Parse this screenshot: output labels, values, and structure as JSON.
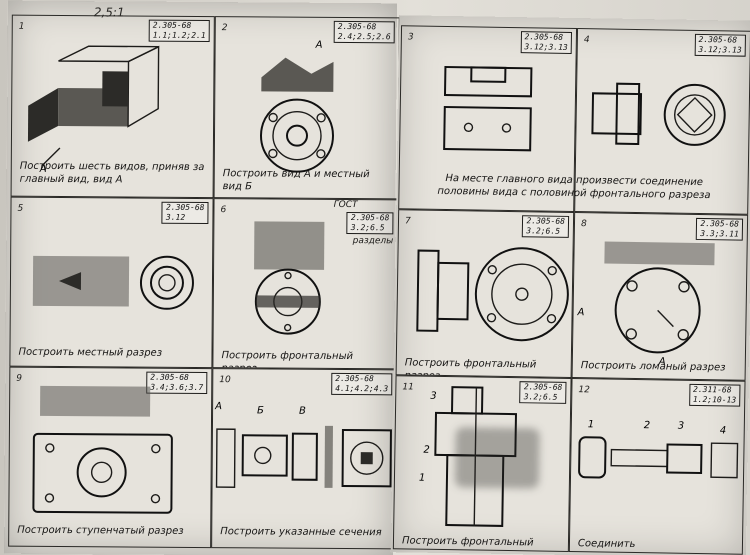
{
  "header": {
    "scale": "2,5:1"
  },
  "tasks": [
    {
      "id": "1",
      "stamp": [
        "2.305-68",
        "1.1;1.2;2.1"
      ],
      "caption": "Построить шесть видов, приняв за главный вид, вид А",
      "notes": [
        "А"
      ]
    },
    {
      "id": "2",
      "stamp": [
        "2.305-68",
        "2.4;2.5;2.6"
      ],
      "caption": "Построить вид А и местный вид Б",
      "notes": [
        "А"
      ]
    },
    {
      "id": "3",
      "stamp": [
        "2.305-68",
        "3.12;3.13"
      ],
      "caption": "На месте главного вида произвести соединение половины вида с половиной фронтального разреза",
      "notes": []
    },
    {
      "id": "4",
      "stamp": [
        "2.305-68",
        "3.12;3.13"
      ],
      "caption": "",
      "notes": []
    },
    {
      "id": "5",
      "stamp": [
        "2.305-68",
        "3.12"
      ],
      "caption": "Построить местный разрез",
      "notes": []
    },
    {
      "id": "6",
      "stamp": [
        "2.305-68",
        "3.2;6.5"
      ],
      "caption": "Построить фронтальный разрез",
      "notes": [
        "ГОСТ",
        "разделы"
      ]
    },
    {
      "id": "7",
      "stamp": [
        "2.305-68",
        "3.2;6.5"
      ],
      "caption": "Построить фронтальный разрез",
      "notes": []
    },
    {
      "id": "8",
      "stamp": [
        "2.305-68",
        "3.3;3.11"
      ],
      "caption": "Построить ломаный разрез",
      "notes": [
        "А",
        "А"
      ]
    },
    {
      "id": "9",
      "stamp": [
        "2.305-68",
        "3.4;3.6;3.7"
      ],
      "caption": "Построить ступенчатый разрез",
      "notes": []
    },
    {
      "id": "10",
      "stamp": [
        "2.305-68",
        "4.1;4.2;4.3"
      ],
      "caption": "Построить указанные сечения",
      "notes": [
        "А",
        "Б",
        "В"
      ]
    },
    {
      "id": "11",
      "stamp": [
        "2.305-68",
        "3.2;6.5"
      ],
      "caption": "Построить фронтальный разрез",
      "notes": [
        "3",
        "2",
        "1"
      ]
    },
    {
      "id": "12",
      "stamp": [
        "2.311-68",
        "1.2;10-13"
      ],
      "caption": "Соединить",
      "notes": [
        "1",
        "2",
        "3",
        "4"
      ]
    }
  ]
}
